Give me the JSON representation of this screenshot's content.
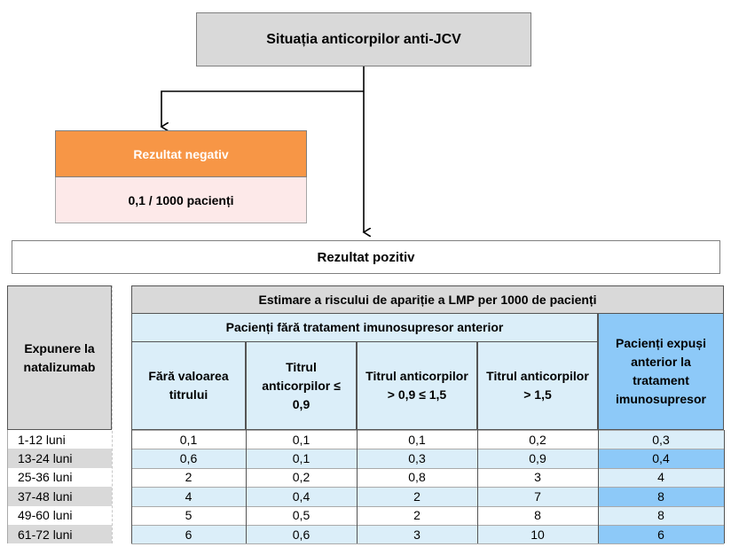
{
  "flow": {
    "top": "Situația anticorpilor anti-JCV",
    "negative_title": "Rezultat negativ",
    "negative_value": "0,1 / 1000 pacienți",
    "positive": "Rezultat pozitiv"
  },
  "table": {
    "exposure_header": "Expunere la natalizumab",
    "estimate_header": "Estimare a riscului de apariție a LMP per 1000 de pacienți",
    "no_immuno_header": "Pacienți fără tratament imunosupresor anterior",
    "columns": [
      "Fără valoarea titrului",
      "Titrul anticorpilor ≤ 0,9",
      "Titrul anticorpilor > 0,9 ≤ 1,5",
      "Titrul anticorpilor > 1,5",
      "Pacienți expuși anterior la tratament imunosupresor"
    ],
    "rows": [
      {
        "label": "1-12 luni",
        "values": [
          "0,1",
          "0,1",
          "0,1",
          "0,2",
          "0,3"
        ]
      },
      {
        "label": "13-24 luni",
        "values": [
          "0,6",
          "0,1",
          "0,3",
          "0,9",
          "0,4"
        ]
      },
      {
        "label": "25-36 luni",
        "values": [
          "2",
          "0,2",
          "0,8",
          "3",
          "4"
        ]
      },
      {
        "label": "37-48 luni",
        "values": [
          "4",
          "0,4",
          "2",
          "7",
          "8"
        ]
      },
      {
        "label": "49-60 luni",
        "values": [
          "5",
          "0,5",
          "2",
          "8",
          "8"
        ]
      },
      {
        "label": "61-72 luni",
        "values": [
          "6",
          "0,6",
          "3",
          "10",
          "6"
        ]
      }
    ]
  },
  "colors": {
    "grey": "#d9d9d9",
    "orange": "#f79646",
    "pink": "#fde9e9",
    "light_blue": "#dbeef9",
    "blue": "#8dc9f8"
  }
}
